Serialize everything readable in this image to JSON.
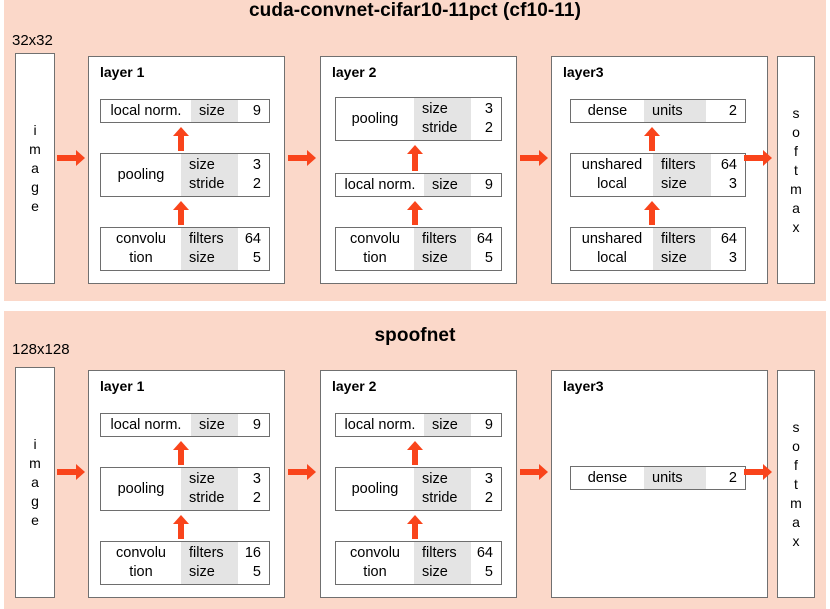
{
  "colors": {
    "panel_background": "#fbd8c9",
    "arrow": "#f9441b",
    "key_cell_background": "#e4e4e4",
    "box_border": "#6e6e6e",
    "page_background": "#ffffff"
  },
  "networks": [
    {
      "title": "cuda-convnet-cifar10-11pct (cf10-11)",
      "input_size": "32x32",
      "input_label": [
        "i",
        "m",
        "a",
        "g",
        "e"
      ],
      "output_label": [
        "s",
        "o",
        "f",
        "t",
        "m",
        "a",
        "x"
      ],
      "layers": [
        {
          "label": "layer 1",
          "ops": [
            {
              "name": [
                "local norm."
              ],
              "keys": [
                "size"
              ],
              "values": [
                "9"
              ]
            },
            {
              "name": [
                "pooling"
              ],
              "keys": [
                "size",
                "stride"
              ],
              "values": [
                "3",
                "2"
              ]
            },
            {
              "name": [
                "convolu",
                "tion"
              ],
              "keys": [
                "filters",
                "size"
              ],
              "values": [
                "64",
                "5"
              ]
            }
          ]
        },
        {
          "label": "layer 2",
          "ops": [
            {
              "name": [
                "pooling"
              ],
              "keys": [
                "size",
                "stride"
              ],
              "values": [
                "3",
                "2"
              ]
            },
            {
              "name": [
                "local norm."
              ],
              "keys": [
                "size"
              ],
              "values": [
                "9"
              ]
            },
            {
              "name": [
                "convolu",
                "tion"
              ],
              "keys": [
                "filters",
                "size"
              ],
              "values": [
                "64",
                "5"
              ]
            }
          ]
        },
        {
          "label": "layer3",
          "ops": [
            {
              "name": [
                "dense"
              ],
              "keys": [
                "units"
              ],
              "values": [
                "2"
              ]
            },
            {
              "name": [
                "unshared",
                "local"
              ],
              "keys": [
                "filters",
                "size"
              ],
              "values": [
                "64",
                "3"
              ]
            },
            {
              "name": [
                "unshared",
                "local"
              ],
              "keys": [
                "filters",
                "size"
              ],
              "values": [
                "64",
                "3"
              ]
            }
          ]
        }
      ]
    },
    {
      "title": "spoofnet",
      "input_size": "128x128",
      "input_label": [
        "i",
        "m",
        "a",
        "g",
        "e"
      ],
      "output_label": [
        "s",
        "o",
        "f",
        "t",
        "m",
        "a",
        "x"
      ],
      "layers": [
        {
          "label": "layer 1",
          "ops": [
            {
              "name": [
                "local norm."
              ],
              "keys": [
                "size"
              ],
              "values": [
                "9"
              ]
            },
            {
              "name": [
                "pooling"
              ],
              "keys": [
                "size",
                "stride"
              ],
              "values": [
                "3",
                "2"
              ]
            },
            {
              "name": [
                "convolu",
                "tion"
              ],
              "keys": [
                "filters",
                "size"
              ],
              "values": [
                "16",
                "5"
              ]
            }
          ]
        },
        {
          "label": "layer 2",
          "ops": [
            {
              "name": [
                "local norm."
              ],
              "keys": [
                "size"
              ],
              "values": [
                "9"
              ]
            },
            {
              "name": [
                "pooling"
              ],
              "keys": [
                "size",
                "stride"
              ],
              "values": [
                "3",
                "2"
              ]
            },
            {
              "name": [
                "convolu",
                "tion"
              ],
              "keys": [
                "filters",
                "size"
              ],
              "values": [
                "64",
                "5"
              ]
            }
          ]
        },
        {
          "label": "layer3",
          "ops": [
            {
              "name": [
                "dense"
              ],
              "keys": [
                "units"
              ],
              "values": [
                "2"
              ]
            }
          ]
        }
      ]
    }
  ]
}
